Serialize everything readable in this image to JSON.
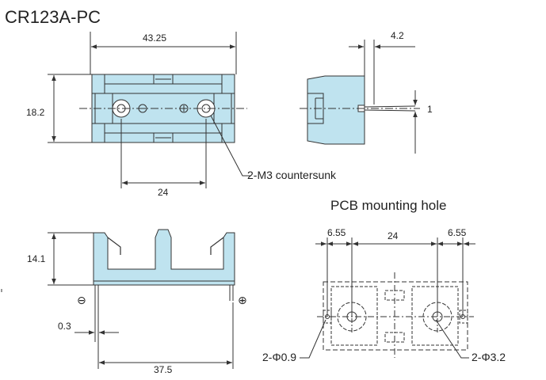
{
  "title": "CR123A-PC",
  "top_view": {
    "width_dim": "43.25",
    "height_dim": "18.2",
    "spacing_dim": "24",
    "callout": "2-M3 countersunk"
  },
  "side_view": {
    "offset_dim": "4.2",
    "pin_dim": "1"
  },
  "front_view": {
    "height_dim": "14.1",
    "pin_dim": "0.3",
    "length_dim": "37.5",
    "minus_symbol": "⊖",
    "plus_symbol": "⊕"
  },
  "pcb": {
    "title": "PCB mounting hole",
    "left_dim": "6.55",
    "mid_dim": "24",
    "right_dim": "6.55",
    "small_hole": "2-Φ0.9",
    "large_hole": "2-Φ3.2"
  },
  "colors": {
    "body_fill": "#bfe3ef",
    "line": "#333333"
  }
}
